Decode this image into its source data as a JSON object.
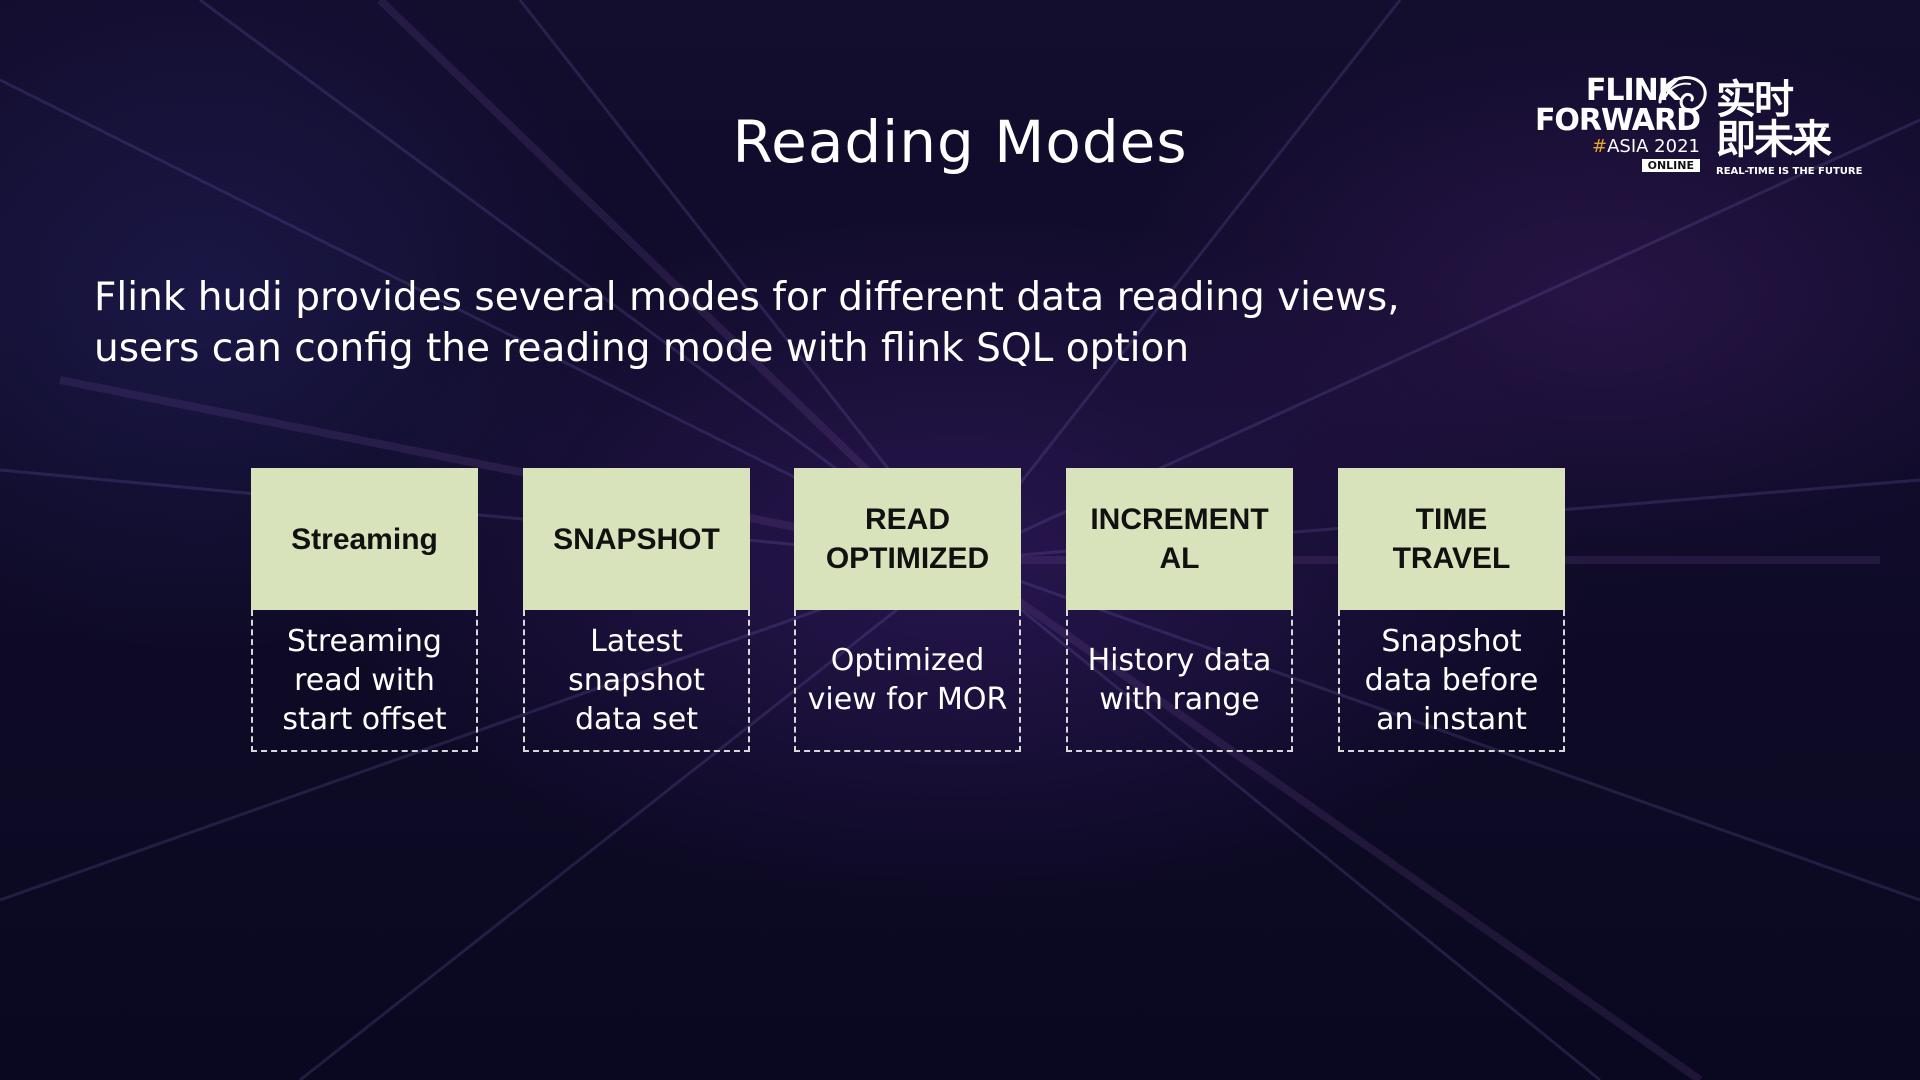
{
  "slide": {
    "title": "Reading Modes",
    "intro_line1": "Flink hudi provides several modes for different data reading views,",
    "intro_line2": "users can config the reading mode with flink SQL option"
  },
  "logo": {
    "line1": "FLINK",
    "line2": "FORWARD",
    "hash": "#",
    "event": "ASIA 2021",
    "badge": "ONLINE",
    "cn_line1": "实时",
    "cn_line2": "即未来",
    "tagline": "REAL-TIME IS THE FUTURE",
    "accent_color": "#e6a526"
  },
  "modes": [
    {
      "header": "Streaming",
      "body": "Streaming\nread with\nstart offset"
    },
    {
      "header": "SNAPSHOT",
      "body": "Latest\nsnapshot\ndata set"
    },
    {
      "header": "READ\nOPTIMIZED",
      "body": "Optimized\nview for MOR"
    },
    {
      "header": "INCREMENT\nAL",
      "body": "History data\nwith range"
    },
    {
      "header": "TIME\nTRAVEL",
      "body": "Snapshot\ndata before\nan instant"
    }
  ],
  "colors": {
    "header_fill": "#d9e3bb",
    "background": "#0d0a22",
    "dashed_border": "#d8d8d8"
  }
}
